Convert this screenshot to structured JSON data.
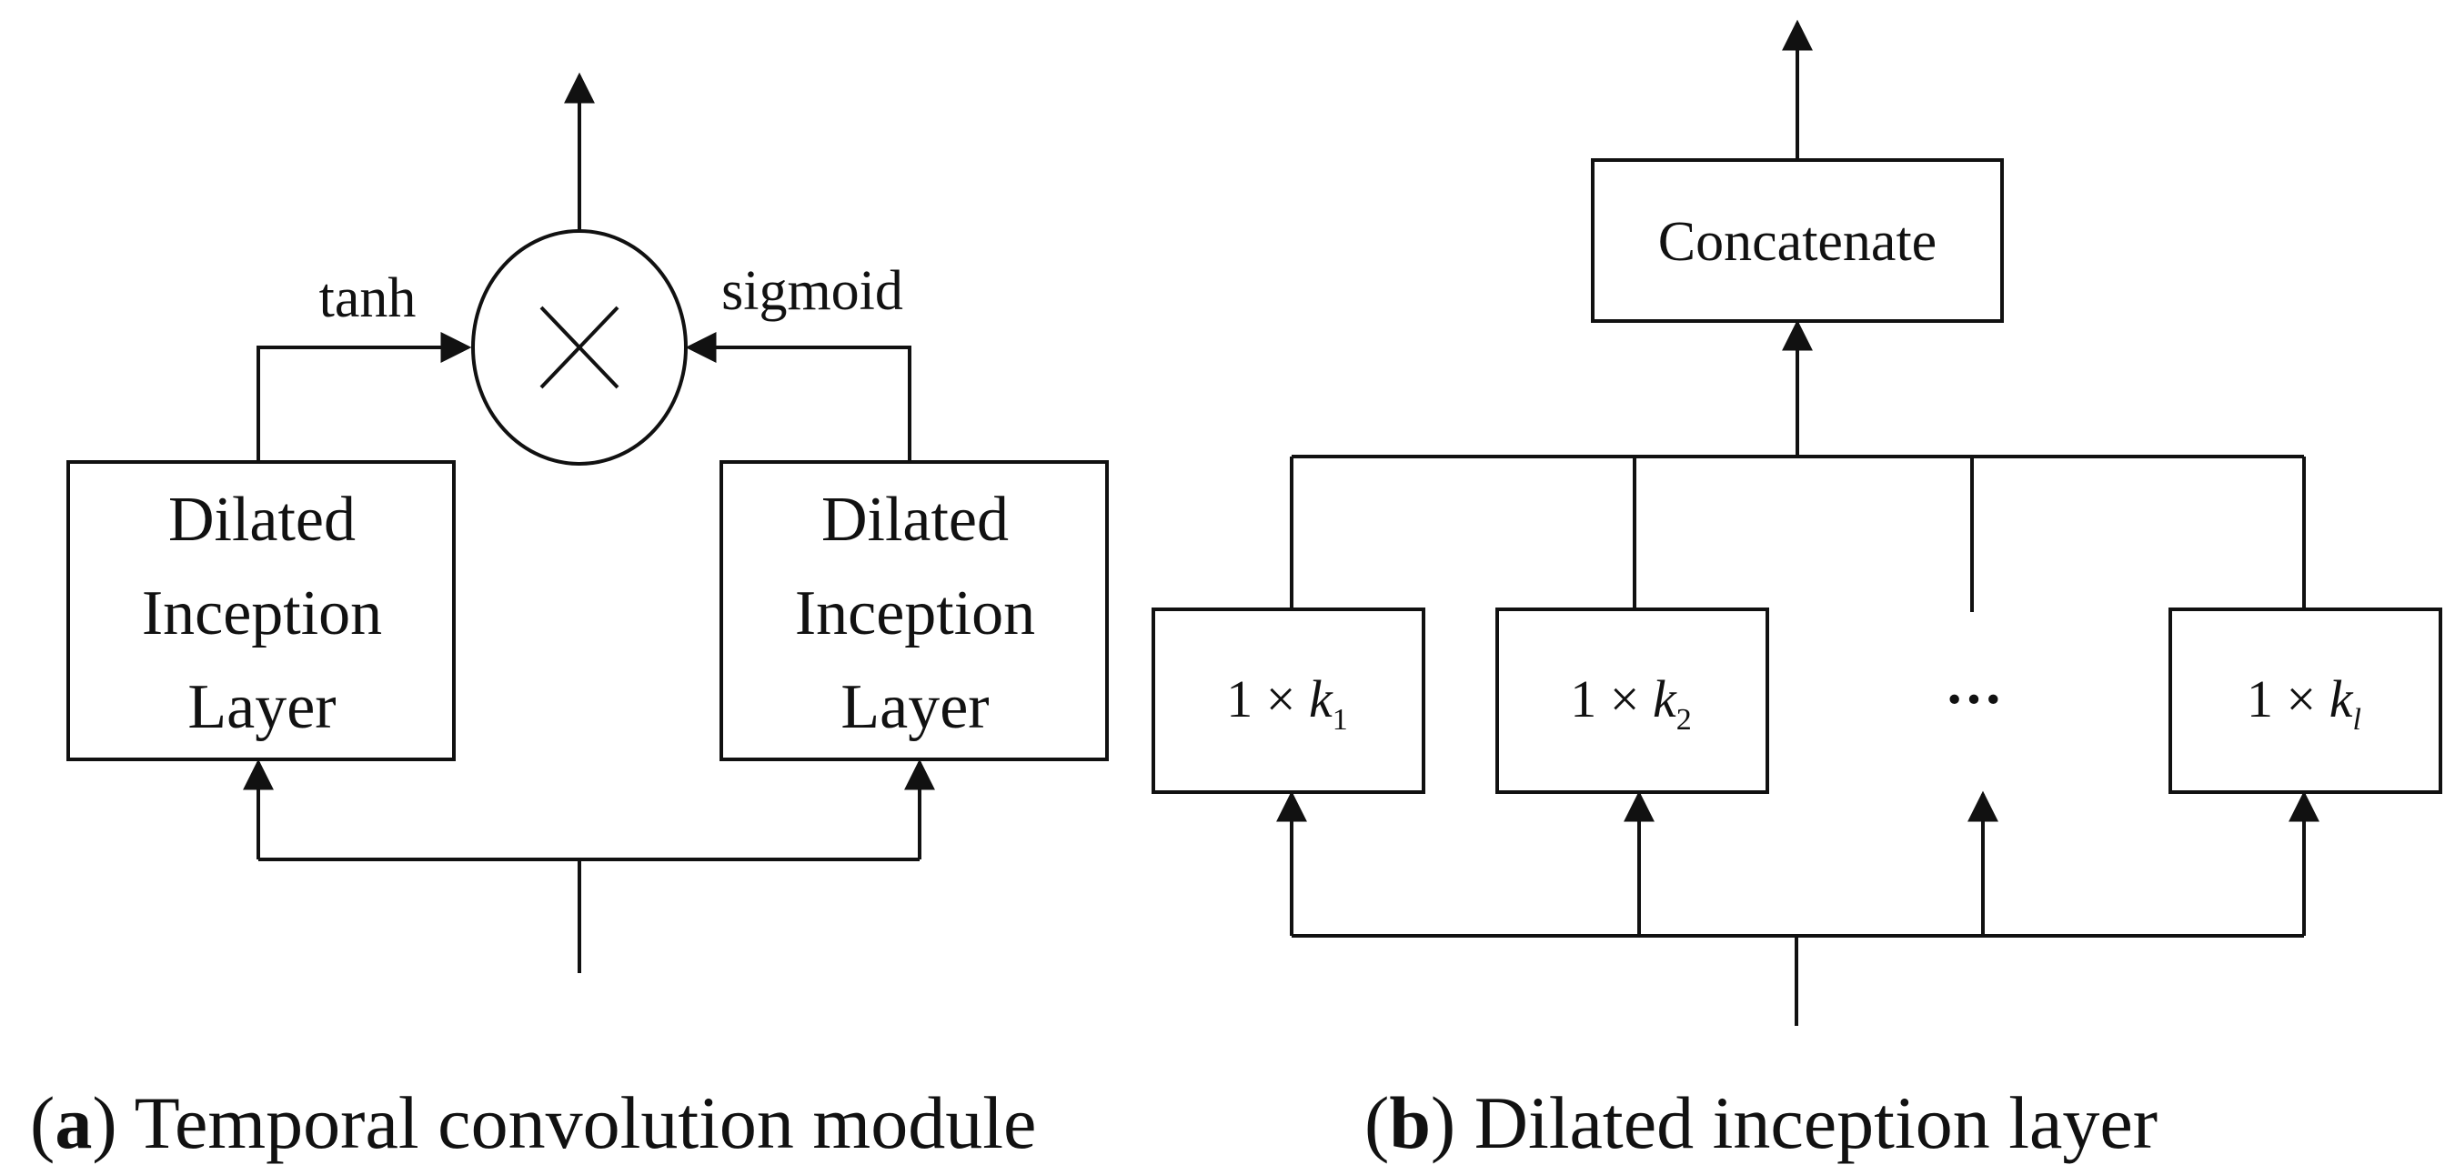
{
  "panel_a": {
    "caption_letter": "a",
    "caption_text": " Temporal convolution module",
    "left_gate_label": "tanh",
    "right_gate_label": "sigmoid",
    "multiply_symbol": "×",
    "left_box_lines": [
      "Dilated",
      "Inception",
      "Layer"
    ],
    "right_box_lines": [
      "Dilated",
      "Inception",
      "Layer"
    ]
  },
  "panel_b": {
    "caption_letter": "b",
    "caption_text": " Dilated inception layer",
    "concat_label": "Concatenate",
    "kernels": [
      {
        "prefix": "1 × ",
        "var": "k",
        "sub": "1"
      },
      {
        "prefix": "1 × ",
        "var": "k",
        "sub": "2"
      },
      {
        "prefix": "1 × ",
        "var": "k",
        "sub": "l"
      }
    ],
    "ellipsis": "···"
  }
}
